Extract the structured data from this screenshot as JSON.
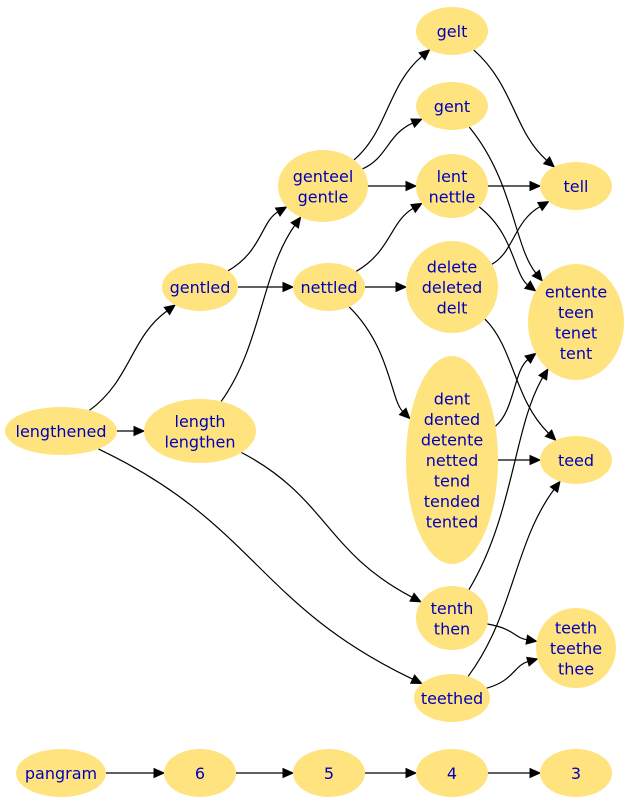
{
  "nodes": [
    {
      "id": "gelt",
      "lines": [
        "gelt"
      ]
    },
    {
      "id": "gent",
      "lines": [
        "gent"
      ]
    },
    {
      "id": "genteel",
      "lines": [
        "genteel",
        "gentle"
      ]
    },
    {
      "id": "lent",
      "lines": [
        "lent",
        "nettle"
      ]
    },
    {
      "id": "tell",
      "lines": [
        "tell"
      ]
    },
    {
      "id": "gentled",
      "lines": [
        "gentled"
      ]
    },
    {
      "id": "nettled",
      "lines": [
        "nettled"
      ]
    },
    {
      "id": "delete",
      "lines": [
        "delete",
        "deleted",
        "delt"
      ]
    },
    {
      "id": "entente",
      "lines": [
        "entente",
        "teen",
        "tenet",
        "tent"
      ]
    },
    {
      "id": "lengthened",
      "lines": [
        "lengthened"
      ]
    },
    {
      "id": "length",
      "lines": [
        "length",
        "lengthen"
      ]
    },
    {
      "id": "dent",
      "lines": [
        "dent",
        "dented",
        "detente",
        "netted",
        "tend",
        "tended",
        "tented"
      ]
    },
    {
      "id": "teed",
      "lines": [
        "teed"
      ]
    },
    {
      "id": "tenth",
      "lines": [
        "tenth",
        "then"
      ]
    },
    {
      "id": "teeth",
      "lines": [
        "teeth",
        "teethe",
        "thee"
      ]
    },
    {
      "id": "teethed",
      "lines": [
        "teethed"
      ]
    },
    {
      "id": "pangram",
      "lines": [
        "pangram"
      ]
    },
    {
      "id": "n6",
      "lines": [
        "6"
      ]
    },
    {
      "id": "n5",
      "lines": [
        "5"
      ]
    },
    {
      "id": "n4",
      "lines": [
        "4"
      ]
    },
    {
      "id": "n3",
      "lines": [
        "3"
      ]
    }
  ],
  "edges": [
    [
      "lengthened",
      "gentled"
    ],
    [
      "lengthened",
      "length"
    ],
    [
      "lengthened",
      "teethed"
    ],
    [
      "gentled",
      "genteel"
    ],
    [
      "gentled",
      "nettled"
    ],
    [
      "length",
      "genteel"
    ],
    [
      "length",
      "tenth"
    ],
    [
      "genteel",
      "gelt"
    ],
    [
      "genteel",
      "gent"
    ],
    [
      "genteel",
      "lent"
    ],
    [
      "nettled",
      "lent"
    ],
    [
      "nettled",
      "delete"
    ],
    [
      "nettled",
      "dent"
    ],
    [
      "gelt",
      "tell"
    ],
    [
      "gent",
      "entente"
    ],
    [
      "lent",
      "tell"
    ],
    [
      "lent",
      "entente"
    ],
    [
      "delete",
      "tell"
    ],
    [
      "delete",
      "teed"
    ],
    [
      "dent",
      "entente"
    ],
    [
      "dent",
      "teed"
    ],
    [
      "tenth",
      "entente"
    ],
    [
      "tenth",
      "teeth"
    ],
    [
      "teethed",
      "teed"
    ],
    [
      "teethed",
      "teeth"
    ],
    [
      "pangram",
      "n6"
    ],
    [
      "n6",
      "n5"
    ],
    [
      "n5",
      "n4"
    ],
    [
      "n4",
      "n3"
    ]
  ]
}
